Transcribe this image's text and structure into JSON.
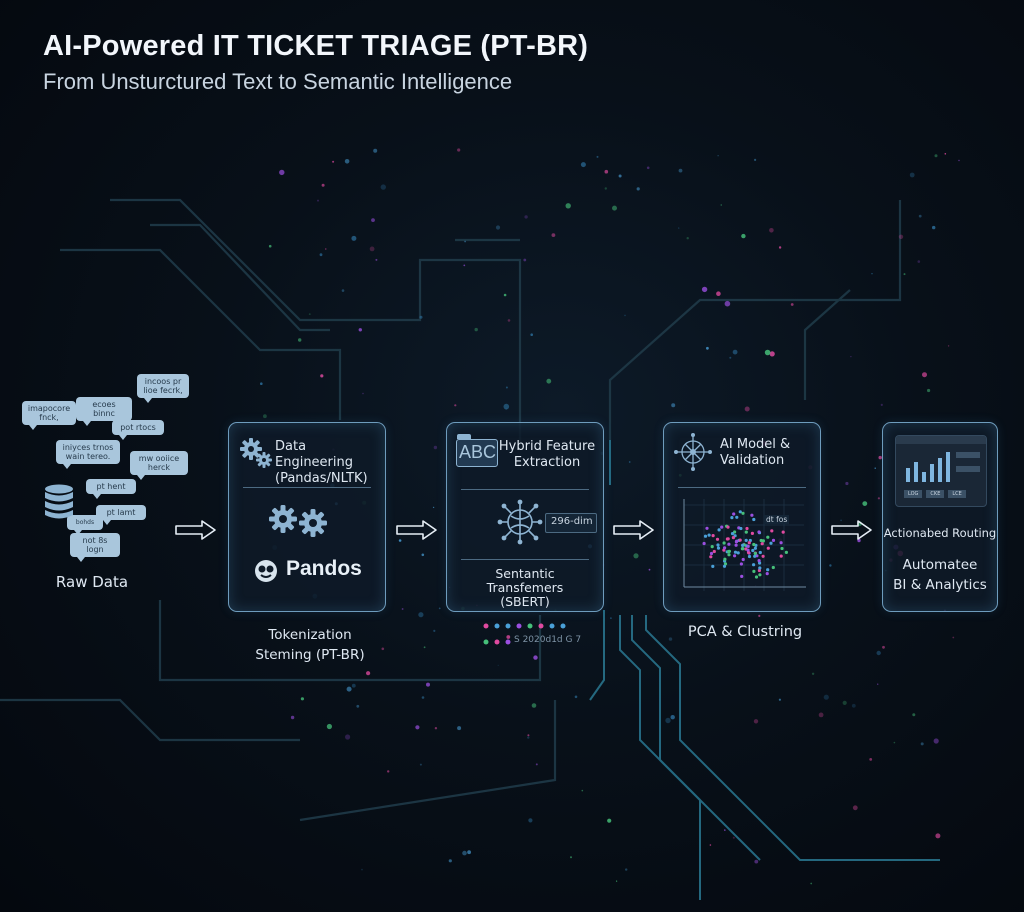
{
  "header": {
    "title": "AI-Powered IT TICKET TRIAGE (PT-BR)",
    "subtitle": "From Unsturctured Text to Semantic Intelligence"
  },
  "raw_data": {
    "label": "Raw Data",
    "bubbles": [
      "incoos pr lioe fecrk,",
      "imapocore fnck,",
      "ecoes binnc",
      "pot rtocs",
      "iniyces trnos wain tereo.",
      "mw ooiice herck",
      "pt hent",
      "pt lamt",
      "bohds",
      "not 8s logn"
    ]
  },
  "stages": [
    {
      "id": "data-engineering",
      "heading": "Data Engineering (Pandas/NLTK)",
      "heading_lines": [
        "Data Engineering",
        "(Pandas/NLTK)"
      ],
      "logo_text": "Pandos",
      "caption_lines": [
        "Tokenization",
        "Steming (PT-BR)"
      ]
    },
    {
      "id": "hybrid-feature",
      "heading_lines": [
        "Hybrid Feature",
        "Extraction"
      ],
      "abc_text": "ABC",
      "dim_text": "296-dim",
      "body_lines": [
        "Sentantic",
        "Transfemers",
        "(SBERT)"
      ],
      "caption_text": "S 2020d1d G 7"
    },
    {
      "id": "ai-model",
      "heading_lines": [
        "AI Model &",
        "Validation"
      ],
      "scatter_label": "dt fos",
      "caption_lines": [
        "PCA & Clustring"
      ]
    },
    {
      "id": "routing",
      "dashboard_buttons": [
        "LOG",
        "CKE",
        "LCE"
      ],
      "body_lines": [
        "Actionabed Routing"
      ],
      "footer_lines": [
        "Automatee",
        "BI & Analytics"
      ]
    }
  ],
  "colors": {
    "accent": "#6e9cbd",
    "node_blue": "#4aa0d8",
    "node_purple": "#9b4fe0",
    "node_green": "#46c07a",
    "node_pink": "#e04aa0"
  },
  "icons": [
    "gear-icon",
    "database-icon",
    "brain-icon",
    "chart-icon",
    "dashboard-icon",
    "arrow-right-icon"
  ]
}
